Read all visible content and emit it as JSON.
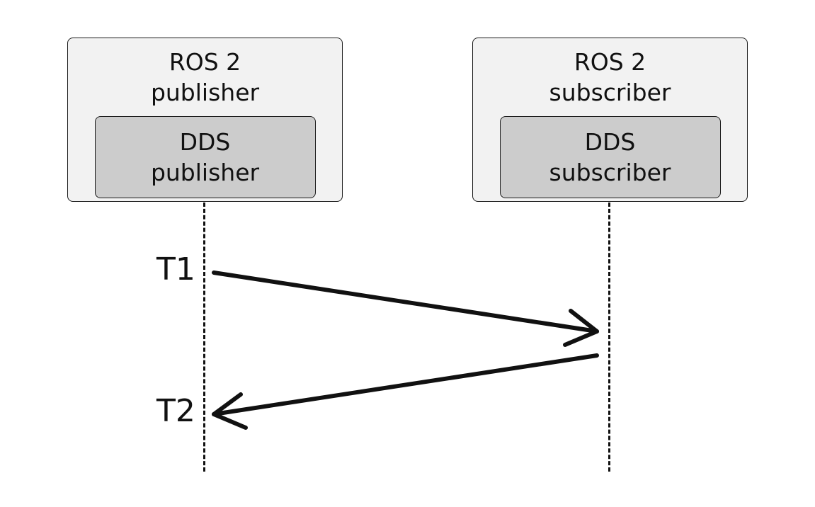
{
  "publisher": {
    "outer_line1": "ROS 2",
    "outer_line2": "publisher",
    "inner_line1": "DDS",
    "inner_line2": "publisher"
  },
  "subscriber": {
    "outer_line1": "ROS 2",
    "outer_line2": "subscriber",
    "inner_line1": "DDS",
    "inner_line2": "subscriber"
  },
  "timestamps": {
    "t1": "T1",
    "t2": "T2"
  },
  "colors": {
    "outer_fill": "#f2f2f2",
    "inner_fill": "#cccccc",
    "stroke": "#111111"
  }
}
